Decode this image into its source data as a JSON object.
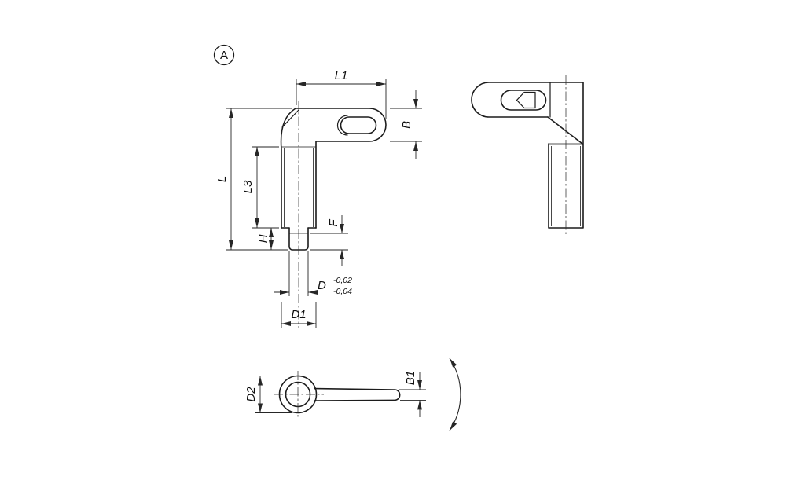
{
  "view_label": "A",
  "dim_labels": {
    "l1": "L1",
    "b": "B",
    "l": "L",
    "l3": "L3",
    "h": "H",
    "f": "F",
    "d": "D",
    "d1": "D1",
    "d2": "D2",
    "b1": "B1"
  },
  "tolerance": {
    "upper": "-0,02",
    "lower": "-0,04"
  }
}
